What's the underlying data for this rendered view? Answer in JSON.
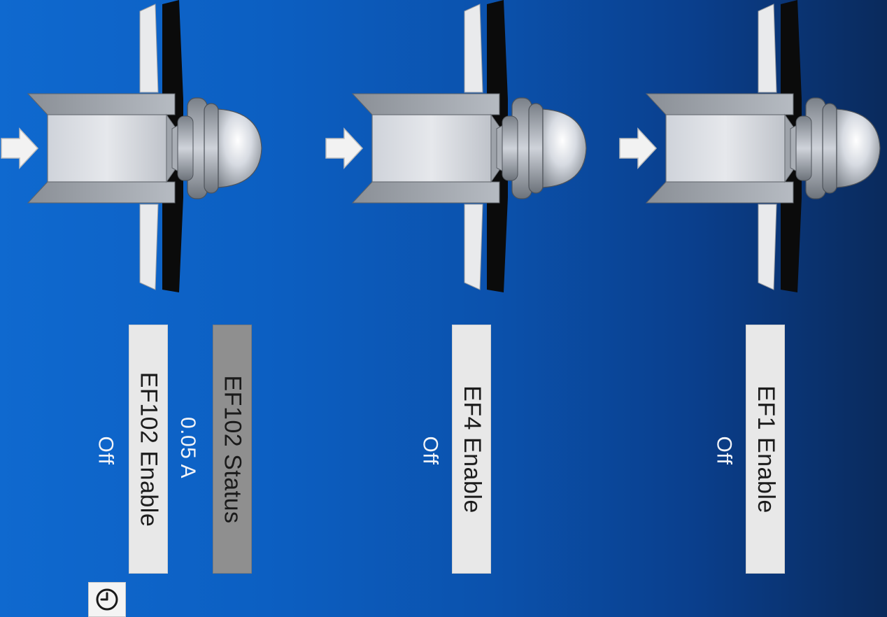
{
  "fans": [
    {
      "id": "ef102",
      "status_label": "EF102 Status",
      "current": "0.05 A",
      "enable_label": "EF102 Enable",
      "state": "Off"
    },
    {
      "id": "ef4",
      "enable_label": "EF4 Enable",
      "state": "Off"
    },
    {
      "id": "ef1",
      "enable_label": "EF1 Enable",
      "state": "Off"
    }
  ],
  "icons": {
    "airflow": "arrow-right-icon",
    "fan": "exhaust-fan-icon",
    "clock": "clock-icon"
  },
  "colors": {
    "background_light": "#0f69cf",
    "background_dark": "#0a2a5c",
    "panel_light": "#e8e8e8",
    "panel_status": "#8f8f8f",
    "state_text": "#f2f4f8"
  }
}
